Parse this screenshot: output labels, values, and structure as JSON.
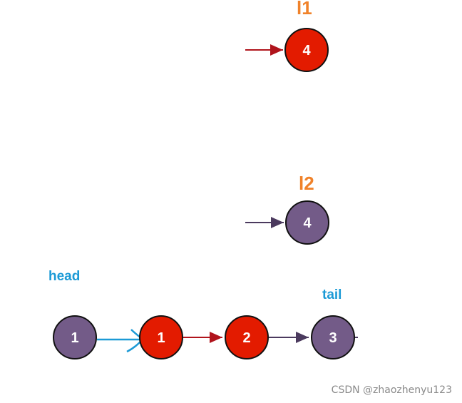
{
  "colors": {
    "red_node": "#e31b00",
    "purple_node": "#735b88",
    "red_arrow": "#b0141c",
    "purple_arrow": "#4b3a5e",
    "blue_annot": "#1c9ad6",
    "orange_label": "#f0822a"
  },
  "labels": {
    "l1": "l1",
    "l2": "l2",
    "head": "head",
    "tail": "tail"
  },
  "nodes": {
    "l1_node": "4",
    "l2_node": "4",
    "list": [
      "1",
      "1",
      "2",
      "3"
    ]
  },
  "watermark": "CSDN @zhaozhenyu123"
}
